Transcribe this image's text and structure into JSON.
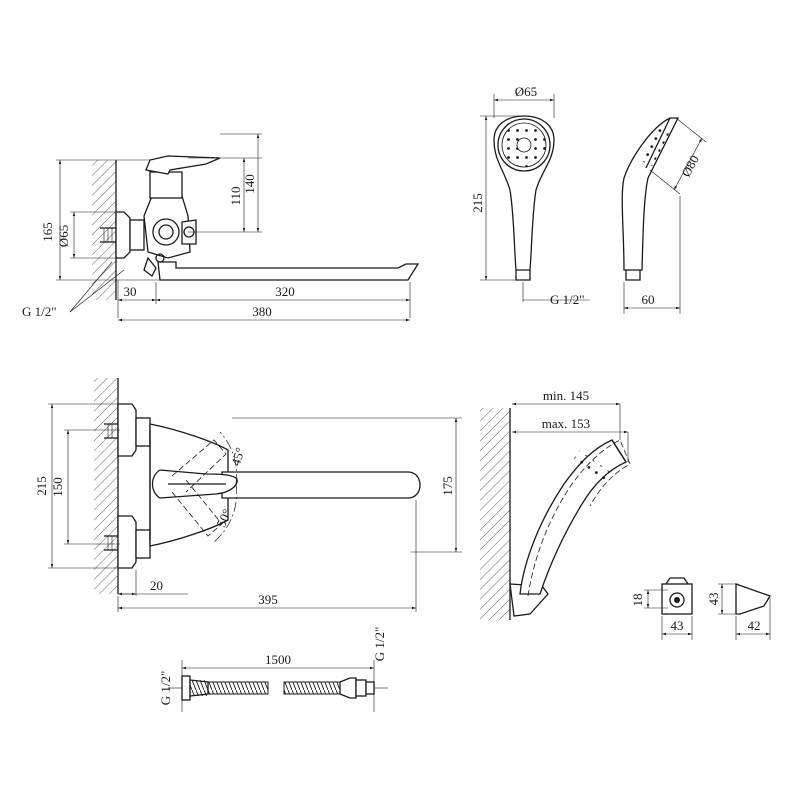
{
  "labels": {
    "top_view": {
      "h165": "165",
      "d65": "Ø65",
      "h110": "110",
      "h140": "140",
      "w30": "30",
      "w320": "320",
      "w380": "380",
      "thread": "G 1/2\""
    },
    "handshower_front": {
      "d65": "Ø65",
      "h215": "215",
      "thread": "G 1/2\""
    },
    "handshower_side": {
      "d80": "Ø80",
      "w60": "60"
    },
    "plan_view": {
      "h215": "215",
      "h150": "150",
      "h175": "175",
      "a45": "45°",
      "a50": "50°",
      "w20": "20",
      "w395": "395"
    },
    "holder_view": {
      "min": "min. 145",
      "max": "max. 153"
    },
    "bracket": {
      "h18": "18",
      "w43a": "43",
      "h43": "43",
      "w42": "42"
    },
    "hose": {
      "thread_left": "G 1/2\"",
      "length": "1500",
      "thread_right": "G 1/2\""
    }
  }
}
